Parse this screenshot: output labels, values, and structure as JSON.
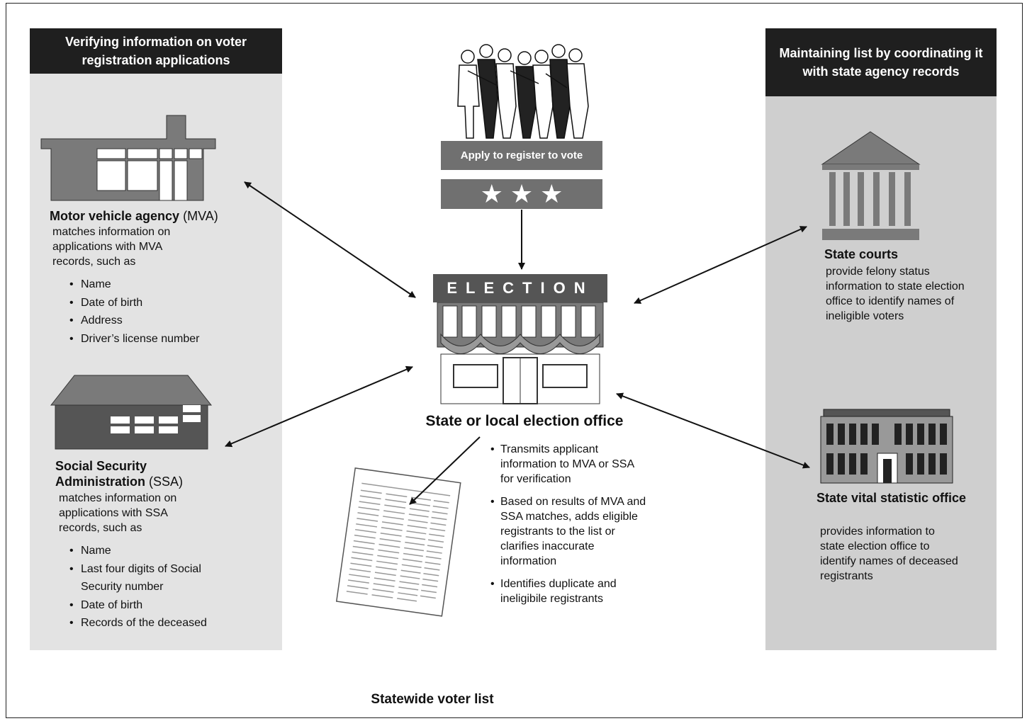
{
  "left_panel": {
    "header": "Verifying information on voter registration applications",
    "mva": {
      "title": "Motor vehicle agency",
      "abbr": "(MVA)",
      "desc": "matches information on applications with MVA records, such as",
      "items": [
        "Name",
        "Date of birth",
        "Address",
        "Driver’s license number"
      ]
    },
    "ssa": {
      "title": "Social Security Administration",
      "abbr": "(SSA)",
      "desc": "matches information on applications with SSA records, such as",
      "items": [
        "Name",
        "Last four digits of Social Security number",
        "Date of birth",
        "Records of the deceased"
      ]
    }
  },
  "center": {
    "apply_label": "Apply to register to vote",
    "stars": "★ ★ ★",
    "election_sign": "ELECTION",
    "office_title": "State or local election office",
    "office_items": [
      "Transmits applicant information to MVA or SSA for verification",
      "Based on results of MVA and SSA matches, adds eligible registrants to the list or clarifies inaccurate information",
      "Identifies duplicate and ineligibile registrants"
    ],
    "voter_list_title": "Statewide voter list"
  },
  "right_panel": {
    "header": "Maintaining list by coordinating it with state agency records",
    "courts": {
      "title": "State courts",
      "desc": "provide felony status information to state election office to identify names of ineligible voters"
    },
    "vital": {
      "title": "State vital statistic office",
      "desc": "provides information to state election office to identify names of deceased registrants"
    }
  },
  "colors": {
    "header_bg": "#1f1f1f",
    "left_panel_bg": "#e3e3e3",
    "right_panel_bg": "#cfcfcf",
    "building_gray": "#7a7a7a"
  }
}
